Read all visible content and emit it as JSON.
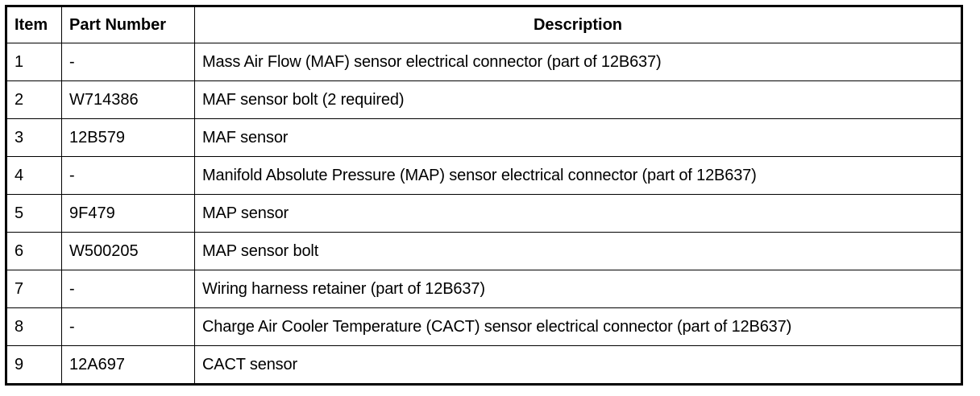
{
  "table": {
    "columns": [
      {
        "key": "item",
        "label": "Item",
        "align": "left"
      },
      {
        "key": "part_number",
        "label": "Part Number",
        "align": "left"
      },
      {
        "key": "description",
        "label": "Description",
        "align": "center"
      }
    ],
    "rows": [
      {
        "item": "1",
        "part_number": "-",
        "description": "Mass Air Flow (MAF) sensor electrical connector (part of 12B637)"
      },
      {
        "item": "2",
        "part_number": "W714386",
        "description": "MAF sensor bolt (2 required)"
      },
      {
        "item": "3",
        "part_number": "12B579",
        "description": "MAF sensor"
      },
      {
        "item": "4",
        "part_number": "-",
        "description": "Manifold Absolute Pressure (MAP) sensor electrical connector (part of 12B637)"
      },
      {
        "item": "5",
        "part_number": "9F479",
        "description": "MAP sensor"
      },
      {
        "item": "6",
        "part_number": "W500205",
        "description": "MAP sensor bolt"
      },
      {
        "item": "7",
        "part_number": "-",
        "description": "Wiring harness retainer (part of 12B637)"
      },
      {
        "item": "8",
        "part_number": "-",
        "description": "Charge Air Cooler Temperature (CACT) sensor electrical connector (part of 12B637)"
      },
      {
        "item": "9",
        "part_number": "12A697",
        "description": "CACT sensor"
      }
    ]
  },
  "colors": {
    "border": "#000000",
    "text": "#000000",
    "background": "#ffffff"
  }
}
